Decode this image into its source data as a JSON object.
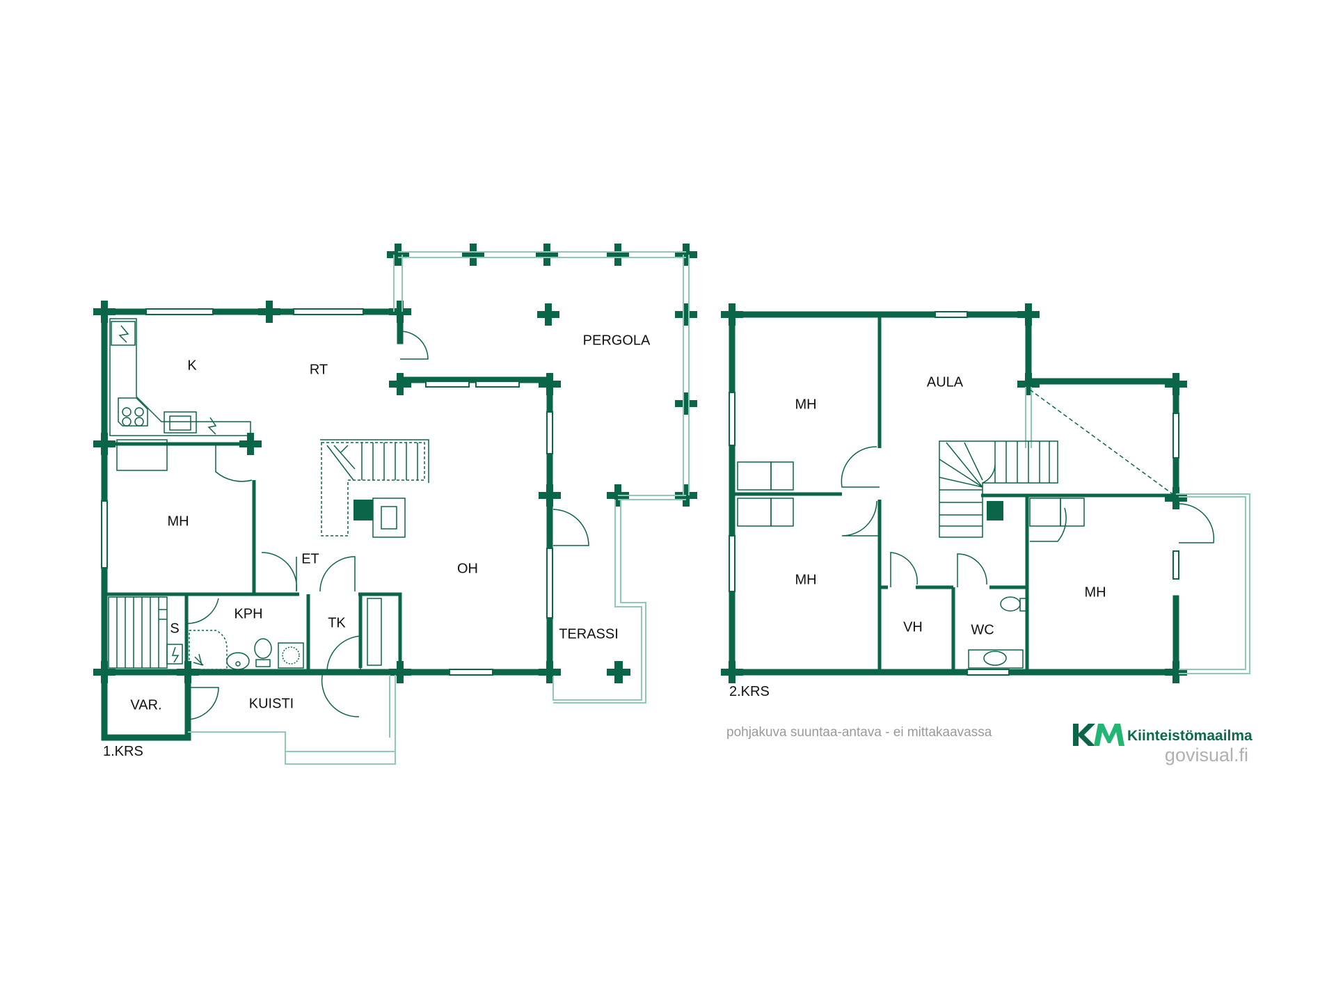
{
  "plan": {
    "wall_color": "#0a6549",
    "thin_color": "#8fc9b6",
    "floor1": {
      "label": "1.KRS",
      "rooms": {
        "k": "K",
        "rt": "RT",
        "pergola": "PERGOLA",
        "mh": "MH",
        "et": "ET",
        "oh": "OH",
        "kph": "KPH",
        "s": "S",
        "tk": "TK",
        "terassi": "TERASSI",
        "var": "VAR.",
        "kuisti": "KUISTI"
      }
    },
    "floor2": {
      "label": "2.KRS",
      "rooms": {
        "mh_top": "MH",
        "aula": "AULA",
        "mh_bottom": "MH",
        "mh_right": "MH",
        "vh": "VH",
        "wc": "WC"
      }
    },
    "note": "pohjakuva suuntaa-antava - ei mittakaavassa",
    "logo": {
      "mark": "KM",
      "brand": "Kiinteistömaailma",
      "mark_color_k": "#0a6549",
      "mark_color_m": "#22b573"
    },
    "site": "govisual.fi"
  }
}
